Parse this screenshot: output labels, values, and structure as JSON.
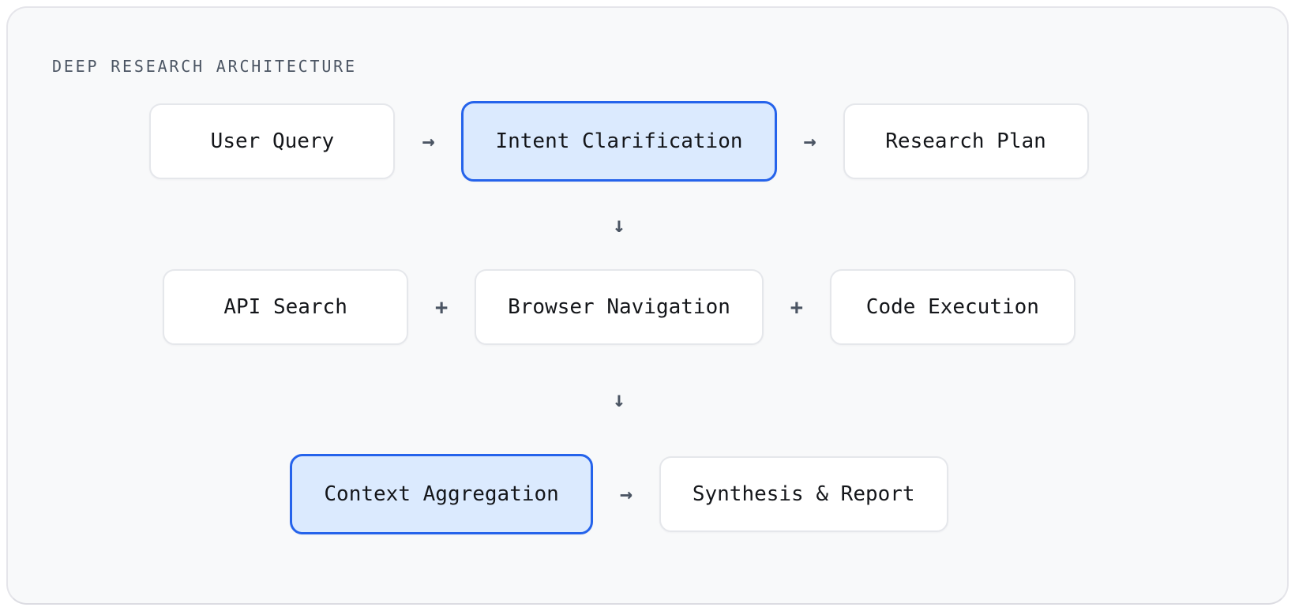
{
  "title": "DEEP RESEARCH ARCHITECTURE",
  "colors": {
    "accent": "#2563eb",
    "accent_fill": "#dbeafe",
    "node_bg": "#ffffff",
    "node_border": "#e5e7eb",
    "canvas_bg": "#f8f9fa",
    "canvas_border": "#e5e5ea",
    "canvas_border_bottom": "#dcdce2",
    "text": "#14161a",
    "muted": "#4b5563"
  },
  "nodes": {
    "user_query": {
      "label": "User Query",
      "highlighted": false
    },
    "intent_clarification": {
      "label": "Intent Clarification",
      "highlighted": true
    },
    "research_plan": {
      "label": "Research Plan",
      "highlighted": false
    },
    "api_search": {
      "label": "API Search",
      "highlighted": false
    },
    "browser_navigation": {
      "label": "Browser Navigation",
      "highlighted": false
    },
    "code_execution": {
      "label": "Code Execution",
      "highlighted": false
    },
    "context_aggregation": {
      "label": "Context Aggregation",
      "highlighted": true
    },
    "synthesis_report": {
      "label": "Synthesis & Report",
      "highlighted": false
    }
  },
  "connectors": {
    "arrow_right": "→",
    "arrow_down": "↓",
    "plus": "+"
  }
}
